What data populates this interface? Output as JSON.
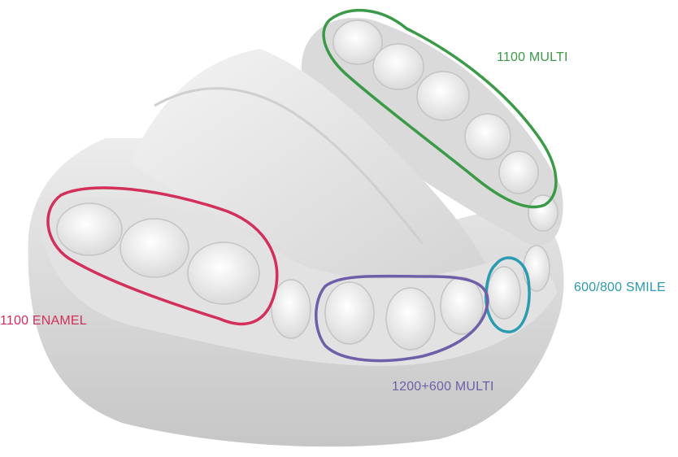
{
  "colors": {
    "background": "#ffffff",
    "model": "#e4e4e4",
    "model_shadow": "#c9c9c9",
    "tooth": "#f2f2f2",
    "zone_1100_multi": "#3a9a47",
    "zone_1100_enamel": "#d32f5b",
    "zone_600_800_smile": "#2a9bb0",
    "zone_1200_600_multi": "#6e5fa8"
  },
  "labels": {
    "upper_molars": "1100 MULTI",
    "lower_molars": "1100 ENAMEL",
    "front_tooth": "600/800 SMILE",
    "lower_premolars": "1200+600 MULTI"
  },
  "icons": {
    "illustration": "dental-model-illustration"
  }
}
